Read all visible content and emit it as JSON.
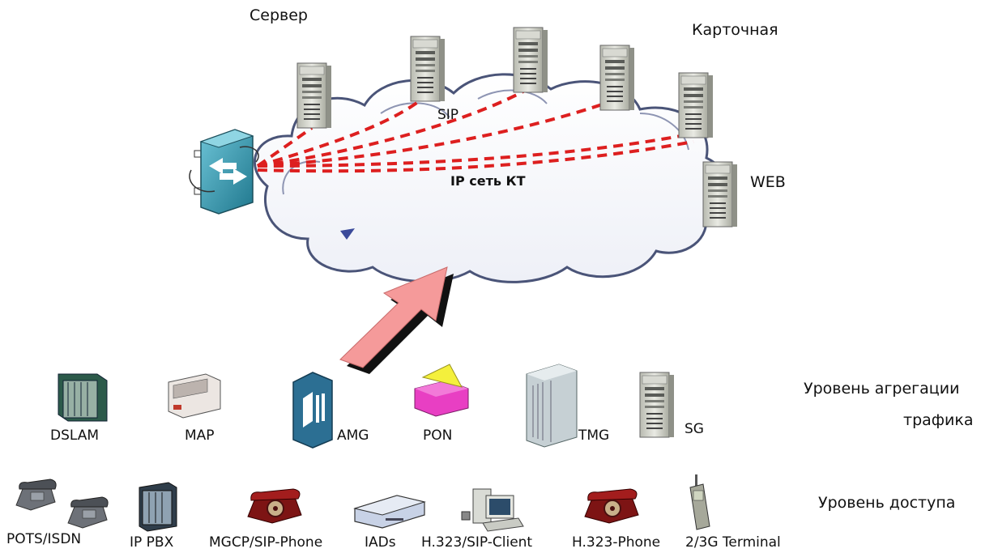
{
  "cloud": {
    "label": "IP сеть КТ",
    "sip_label": "SIP"
  },
  "servers": {
    "server_label": "Сервер",
    "card_label": "Карточная",
    "web_label": "WEB"
  },
  "aggregation": {
    "level_label_line1": "Уровень агрегации",
    "level_label_line2": "трафика",
    "devices": [
      "DSLAM",
      "MAP",
      "AMG",
      "PON",
      "TMG",
      "SG"
    ]
  },
  "access": {
    "level_label": "Уровень доступа",
    "devices": [
      "POTS/ISDN",
      "IP PBX",
      "MGCP/SIP-Phone",
      "IADs",
      "H.323/SIP-Client",
      "H.323-Phone",
      "2/3G Terminal"
    ]
  },
  "colors": {
    "link_red": "#dd1f1f",
    "arrow_pink": "#f59a9a",
    "switch_teal": "#3a9fb6",
    "cloud_fill": "#ffffff",
    "cloud_stroke": "#4a5478"
  }
}
